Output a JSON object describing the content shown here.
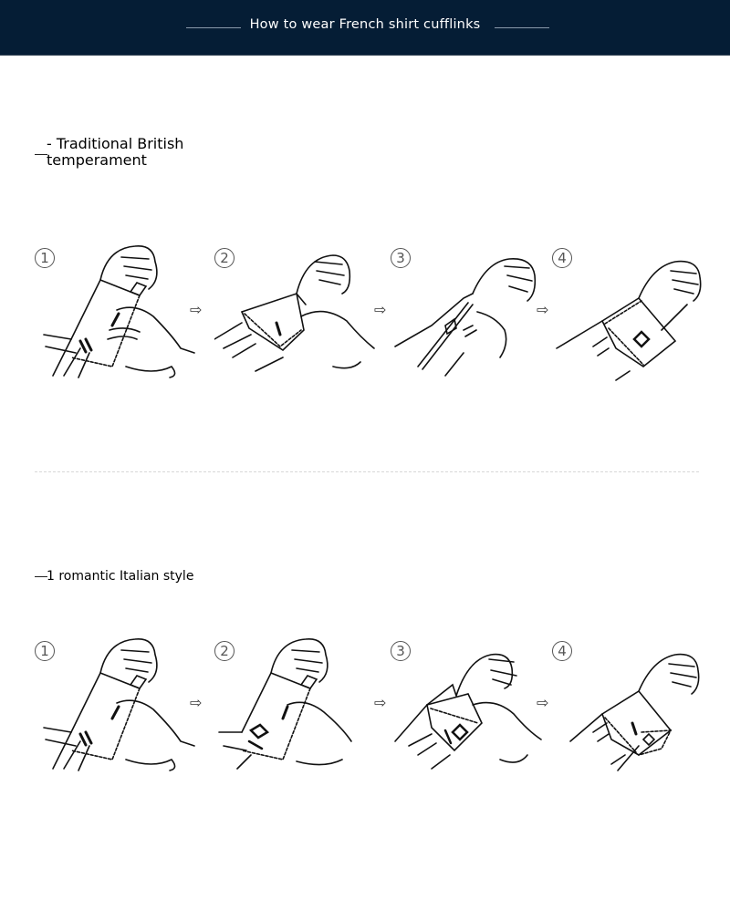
{
  "header": {
    "title": "How to wear French shirt cufflinks",
    "background": "#051d35"
  },
  "sections": [
    {
      "title": "- Traditional British temperament",
      "steps": [
        {
          "number": "1",
          "icon": "cuff-unfolded-illustration"
        },
        {
          "number": "2",
          "icon": "cuff-folded-back-illustration"
        },
        {
          "number": "3",
          "icon": "cuff-aligned-insert-illustration"
        },
        {
          "number": "4",
          "icon": "cuff-fastened-square-link-illustration"
        }
      ]
    },
    {
      "title": "1 romantic Italian style",
      "steps": [
        {
          "number": "1",
          "icon": "cuff-unfolded-illustration"
        },
        {
          "number": "2",
          "icon": "cufflink-inserted-illustration"
        },
        {
          "number": "3",
          "icon": "cuff-kissing-fold-illustration"
        },
        {
          "number": "4",
          "icon": "cuff-fastened-kissing-illustration"
        }
      ]
    }
  ],
  "arrow_glyph": "⇨"
}
